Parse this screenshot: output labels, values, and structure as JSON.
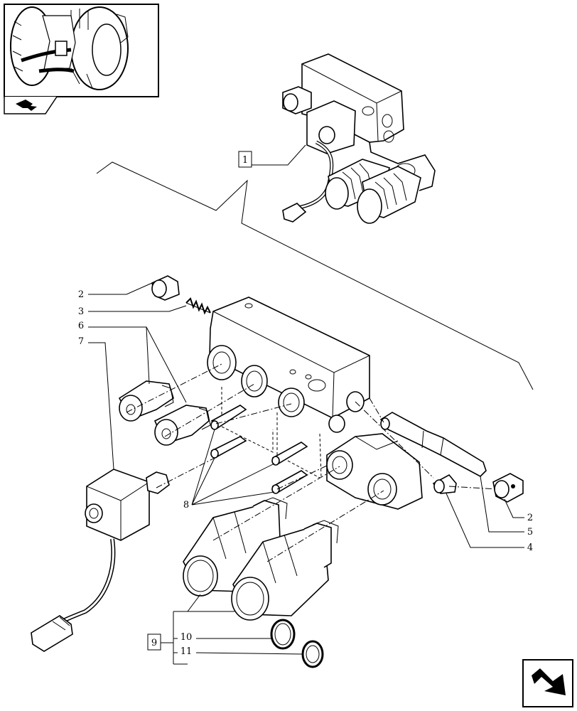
{
  "diagram": {
    "callouts": {
      "assembly": "1",
      "kit": "9",
      "c2_left": "2",
      "c3": "3",
      "c6": "6",
      "c7": "7",
      "c8": "8",
      "c2_right": "2",
      "c5": "5",
      "c4": "4",
      "c10": "10",
      "c11": "11"
    }
  },
  "icons": {
    "thumbnail": "tractor-location-thumbnail",
    "view_indicator": "view-direction-icon",
    "nav": "next-page-arrow-icon"
  }
}
